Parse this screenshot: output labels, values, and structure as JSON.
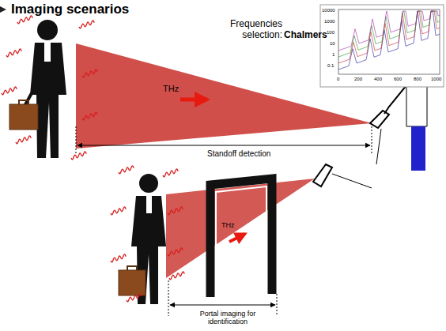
{
  "diagram": {
    "title": "Imaging scenarios",
    "labels": [
      "Frequencies selection:",
      "Chalmers",
      "THz",
      "Standoff detection",
      "THz",
      "Portal imaging for identification",
      "10000",
      "1000",
      "100",
      "10",
      "1",
      "0.1",
      "0",
      "200",
      "400",
      "600",
      "800",
      "1000"
    ]
  }
}
